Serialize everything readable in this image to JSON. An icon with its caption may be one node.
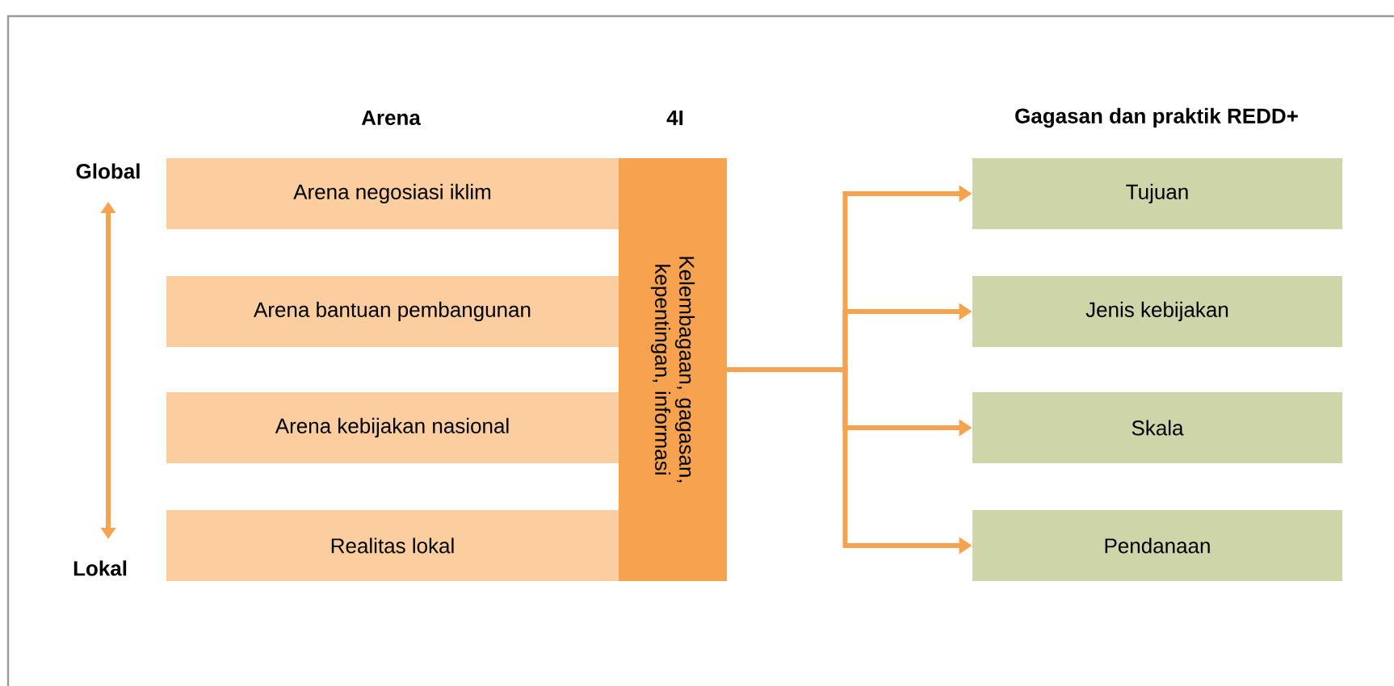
{
  "diagram": {
    "nodes": [
      {
        "text": [
          "Arena negosiasi iklim"
        ]
      },
      {
        "text": [
          "Arena bantuan pembangunan"
        ]
      },
      {
        "text": [
          "Arena kebijakan nasional"
        ]
      },
      {
        "text": [
          "Realitas lokal"
        ]
      },
      {
        "text": [
          "Kelembagaan, gagasan, kepentingan, informasi"
        ]
      },
      {
        "text": [
          "Tujuan"
        ]
      },
      {
        "text": [
          "Jenis kebijakan"
        ]
      },
      {
        "text": [
          "Skala"
        ]
      },
      {
        "text": [
          "Pendanaan"
        ]
      }
    ],
    "edges": [
      {
        "from": 4,
        "to": 5,
        "arrow": "to"
      },
      {
        "from": 4,
        "to": 6,
        "arrow": "to"
      },
      {
        "from": 4,
        "to": 7,
        "arrow": "to"
      },
      {
        "from": 4,
        "to": 8,
        "arrow": "to"
      }
    ],
    "labels": [
      "Arena",
      "4I",
      "Gagasan dan praktik REDD+",
      "Global",
      "Lokal"
    ]
  }
}
